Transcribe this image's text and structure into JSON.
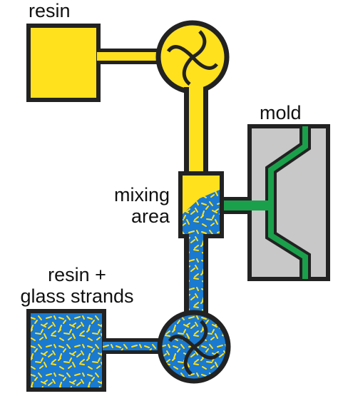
{
  "labels": {
    "resin": "resin",
    "mold": "mold",
    "mixing_line1": "mixing",
    "mixing_line2": "area",
    "glass_line1": "resin +",
    "glass_line2": "glass strands"
  },
  "colors": {
    "resin": "#ffe11e",
    "mixture": "#1a7ad0",
    "fibers": "#ffe11e",
    "mold": "#c8c8c8",
    "mold_channel": "#1aa04a",
    "outline": "#222222"
  },
  "icons": [
    "resin-tank",
    "resin-pump",
    "mixing-chamber",
    "mold",
    "glass-tank",
    "glass-pump"
  ]
}
